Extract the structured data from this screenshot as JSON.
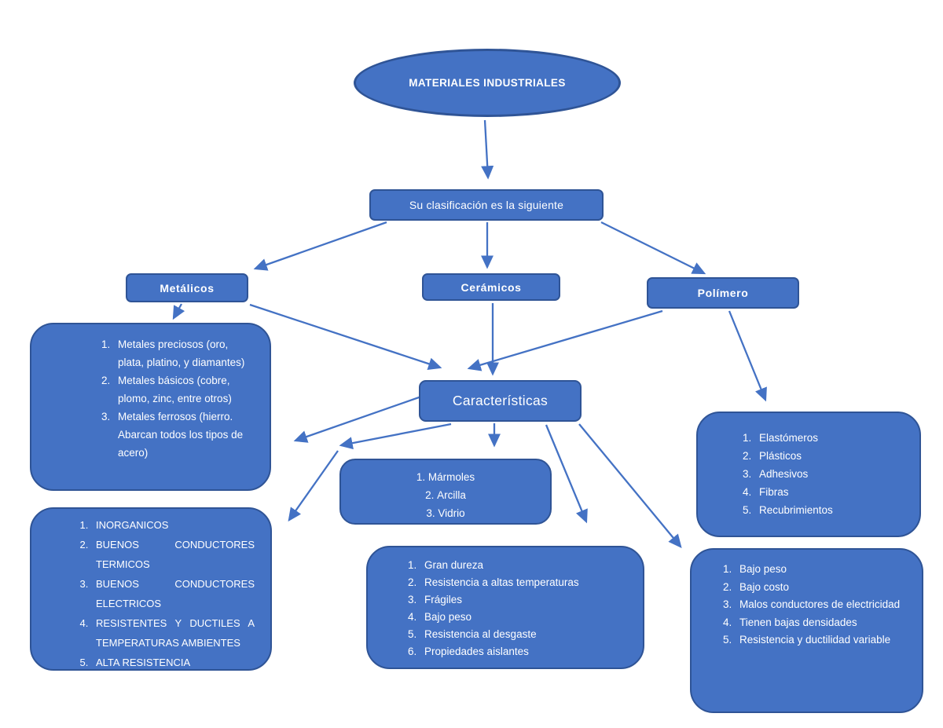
{
  "colors": {
    "node_fill": "#4472C4",
    "node_border": "#2F5496",
    "arrow": "#4472C4",
    "text": "#FFFFFF"
  },
  "root": {
    "title": "MATERIALES INDUSTRIALES"
  },
  "classification": {
    "label": "Su clasificación es la siguiente"
  },
  "categories": {
    "metallics": {
      "label": "Metálicos"
    },
    "ceramics": {
      "label": "Cerámicos"
    },
    "polymer": {
      "label": "Polímero"
    }
  },
  "characteristics": {
    "label": "Características"
  },
  "lists": {
    "metal_types": {
      "items": [
        "Metales preciosos  (oro, plata, platino, y diamantes)",
        "Metales básicos  (cobre, plomo, zinc, entre otros)",
        "Metales ferrosos  (hierro. Abarcan todos los tipos de acero)"
      ]
    },
    "metal_characteristics": {
      "items": [
        "INORGANICOS",
        "BUENOS CONDUCTORES TERMICOS",
        "BUENOS CONDUCTORES ELECTRICOS",
        "RESISTENTES Y DUCTILES A TEMPERATURAS AMBIENTES",
        "ALTA RESISTENCIA"
      ]
    },
    "ceramic_types": {
      "items": [
        "Mármoles",
        "Arcilla",
        "Vidrio"
      ]
    },
    "ceramic_characteristics": {
      "items": [
        "Gran dureza",
        "Resistencia a altas temperaturas",
        "Frágiles",
        "Bajo peso",
        "Resistencia al desgaste",
        "Propiedades aislantes"
      ]
    },
    "polymer_types": {
      "items": [
        "Elastómeros",
        "Plásticos",
        "Adhesivos",
        "Fibras",
        "Recubrimientos"
      ]
    },
    "polymer_characteristics": {
      "items": [
        "Bajo peso",
        "Bajo costo",
        "Malos conductores de electricidad",
        "Tienen bajas densidades",
        "Resistencia y ductilidad variable"
      ]
    }
  }
}
